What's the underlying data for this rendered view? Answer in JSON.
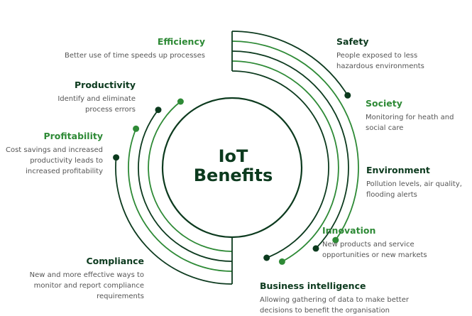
{
  "center": {
    "line1": "IoT",
    "line2": "Benefits"
  },
  "colors": {
    "dark_green": "#0c3a1e",
    "bright_green": "#2e8a36",
    "text_gray": "#555555"
  },
  "benefits": [
    {
      "title": "Efficiency",
      "description": "Better use of time speeds up processes",
      "tone": "bright"
    },
    {
      "title": "Productivity",
      "description": "Identify and eliminate process errors",
      "tone": "dark"
    },
    {
      "title": "Profitability",
      "description": "Cost savings and increased productivity leads to increased profitability",
      "tone": "bright"
    },
    {
      "title": "Compliance",
      "description": "New and more effective ways to monitor and report compliance requirements",
      "tone": "dark"
    },
    {
      "title": "Safety",
      "description": "People exposed to less hazardous environments",
      "tone": "dark"
    },
    {
      "title": "Society",
      "description": "Monitoring for heath and social care",
      "tone": "bright"
    },
    {
      "title": "Environment",
      "description": "Pollution levels, air quality, flooding alerts",
      "tone": "dark"
    },
    {
      "title": "Innovation",
      "description": "New products and service opportunities or new markets",
      "tone": "bright"
    },
    {
      "title": "Business intelligence",
      "description": "Allowing gathering of data to make better decisions to benefit the organisation",
      "tone": "dark"
    }
  ]
}
